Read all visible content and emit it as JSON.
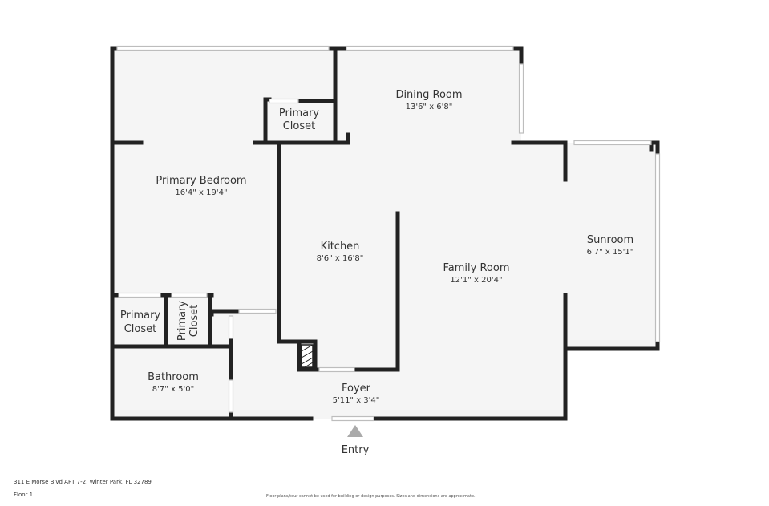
{
  "colors": {
    "wall": "#222222",
    "floor": "#f5f5f5",
    "window": "#bdbdbd",
    "entry_arrow": "#aaaaaa",
    "text": "#333333"
  },
  "rooms": {
    "dining": {
      "name": "Dining Room",
      "dim": "13'6\" x 6'8\""
    },
    "bedroom": {
      "name": "Primary Bedroom",
      "dim": "16'4\" x 19'4\""
    },
    "closet_top": {
      "name_1": "Primary",
      "name_2": "Closet"
    },
    "kitchen": {
      "name": "Kitchen",
      "dim": "8'6\" x 16'8\""
    },
    "family": {
      "name": "Family Room",
      "dim": "12'1\" x 20'4\""
    },
    "sunroom": {
      "name": "Sunroom",
      "dim": "6'7\" x 15'1\""
    },
    "closet_left": {
      "name_1": "Primary",
      "name_2": "Closet"
    },
    "closet_rotated": {
      "name_1": "Primary",
      "name_2": "Closet"
    },
    "bathroom": {
      "name": "Bathroom",
      "dim": "8'7\" x 5'0\""
    },
    "foyer": {
      "name": "Foyer",
      "dim": "5'11\" x 3'4\""
    }
  },
  "entry": {
    "label": "Entry",
    "icon": "triangle-up-icon"
  },
  "footer": {
    "address": "311 E Morse Blvd APT 7-2, Winter Park, FL 32789",
    "floor": "Floor 1",
    "disclaimer": "Floor plans/tour cannot be used for building or design purposes. Sizes and dimensions are approximate."
  }
}
